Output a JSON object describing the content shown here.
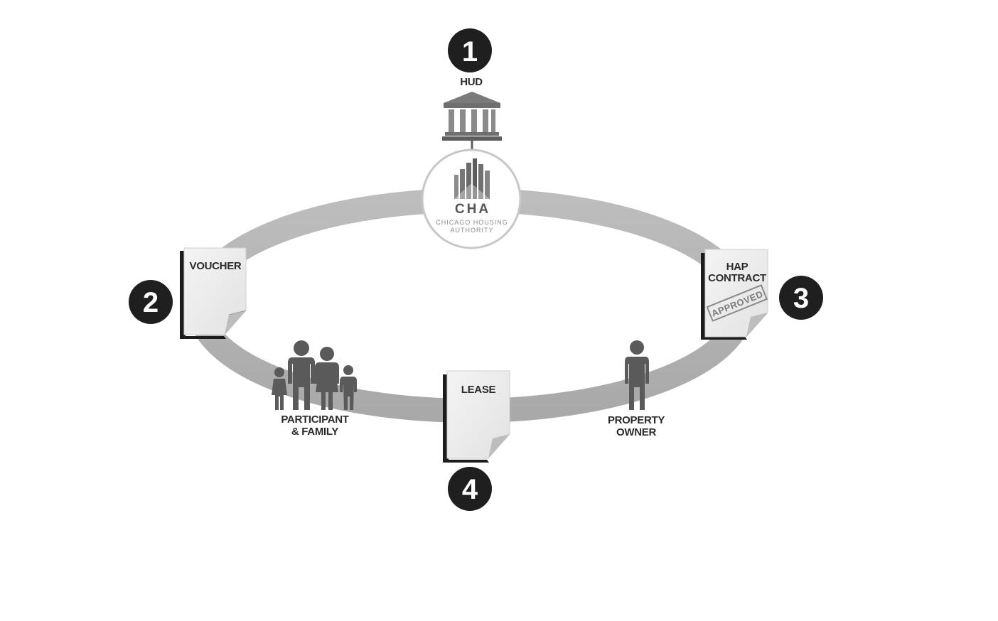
{
  "steps": {
    "one": "1",
    "two": "2",
    "three": "3",
    "four": "4"
  },
  "hud": {
    "label": "HUD"
  },
  "cha": {
    "abbrev": "CHA",
    "name_line1": "CHICAGO HOUSING",
    "name_line2": "AUTHORITY"
  },
  "voucher": {
    "label": "VOUCHER"
  },
  "hap_contract": {
    "line1": "HAP",
    "line2": "CONTRACT",
    "stamp": "APPROVED"
  },
  "lease": {
    "label": "LEASE"
  },
  "participant": {
    "line1": "PARTICIPANT",
    "line2": "& FAMILY"
  },
  "owner": {
    "line1": "PROPERTY",
    "line2": "OWNER"
  },
  "colors": {
    "ring": "#b3b3b3",
    "badge": "#1f1f1f",
    "figure": "#5a5a5a",
    "document": "#eeeeee"
  }
}
